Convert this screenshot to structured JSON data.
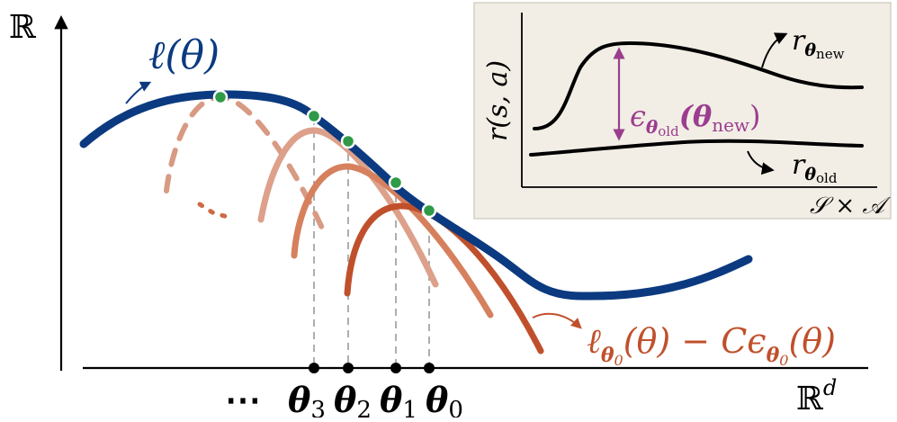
{
  "main_axes": {
    "y_label": "ℝ",
    "x_label": "ℝ",
    "x_label_sup": "d"
  },
  "objective": {
    "label_main": "ℓ(θ)",
    "color": "#0b3a80"
  },
  "surrogate": {
    "label_l": "ℓ",
    "label_l_sub": "θ",
    "label_l_subsub": "0",
    "label_mid": "(θ) − Cϵ",
    "label_eps_sub": "θ",
    "label_eps_subsub": "0",
    "label_end": "(θ)",
    "color": "#c0502c"
  },
  "theta_points": {
    "ellipsis": "⋯",
    "labels": [
      {
        "base": "θ",
        "sub": "3"
      },
      {
        "base": "θ",
        "sub": "2"
      },
      {
        "base": "θ",
        "sub": "1"
      },
      {
        "base": "θ",
        "sub": "0"
      }
    ]
  },
  "inset": {
    "background": "#f2eee6",
    "y_label": "r(s, a)",
    "x_label": "𝒮 × 𝒜",
    "r_new_base": "r",
    "r_new_sub": "θ",
    "r_new_subsub": "new",
    "r_old_base": "r",
    "r_old_sub": "θ",
    "r_old_subsub": "old",
    "gap_eps": "ϵ",
    "gap_eps_sub": "θ",
    "gap_eps_subsub": "old",
    "gap_arg": "(θ",
    "gap_arg_sub": "new",
    "gap_close": ")",
    "gap_color": "#9b3d8e"
  },
  "colors": {
    "point_fill": "#2f9a48",
    "surrogate_shades": [
      "#d89a82",
      "#d6805e",
      "#cd6a45",
      "#c0502c"
    ]
  }
}
